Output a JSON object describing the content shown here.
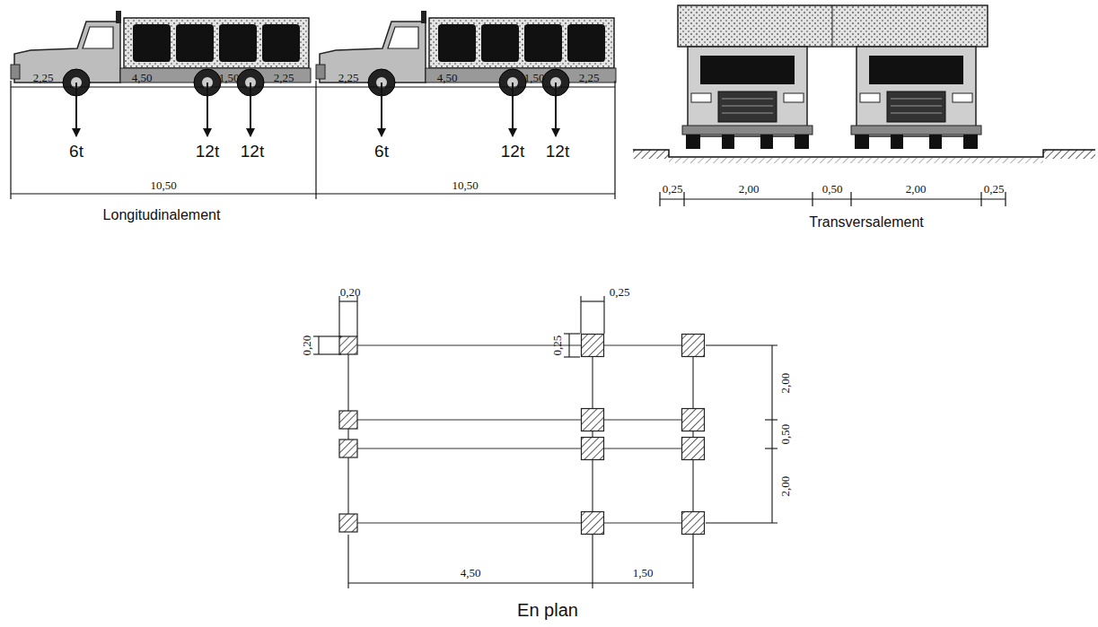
{
  "diagram": {
    "labels": [
      "2,25",
      "4,50",
      "1,50",
      "2,25",
      "6t",
      "12t",
      "12t",
      "10,50",
      "2,25",
      "4,50",
      "1,50",
      "2,25",
      "6t",
      "12t",
      "12t",
      "10,50",
      "Longitudinalement",
      "0,25",
      "2,00",
      "0,50",
      "2,00",
      "0,25",
      "Transversalement",
      "0,20",
      "0,25",
      "0,20",
      "0,25",
      "2,00",
      "0,50",
      "2,00",
      "4,50",
      "1,50",
      "En plan"
    ]
  }
}
